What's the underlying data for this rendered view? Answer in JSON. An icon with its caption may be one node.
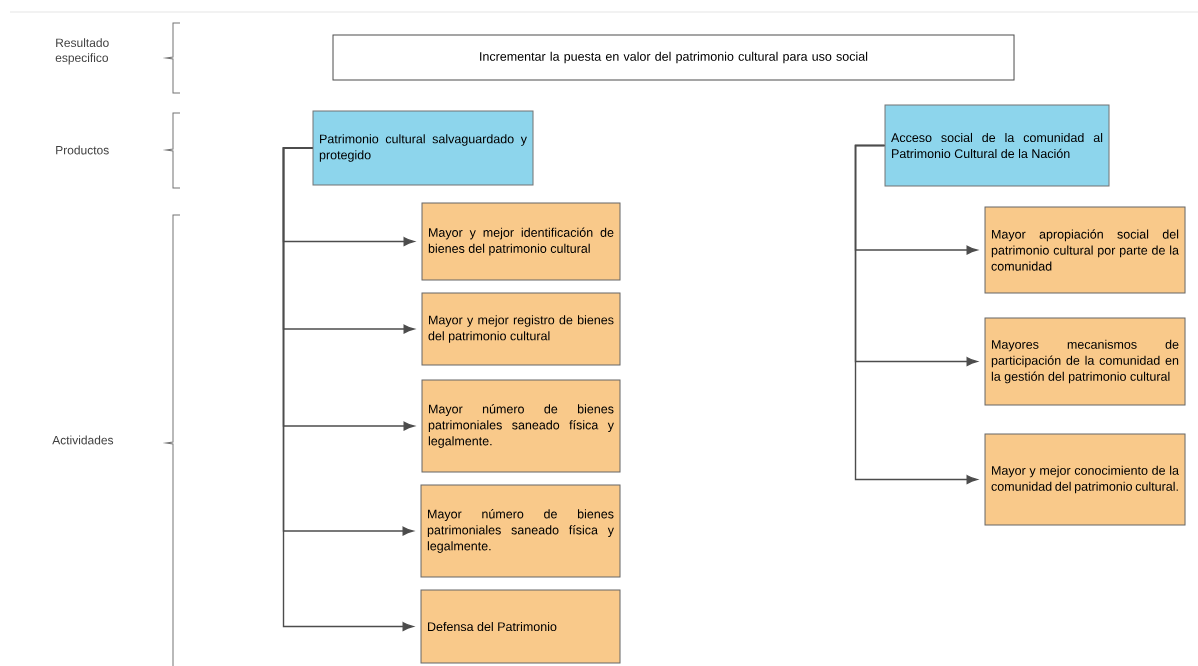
{
  "diagram": {
    "nodes": [
      {
        "text": [
          "Incrementar la puesta en valor del patrimonio cultural para uso social"
        ]
      },
      {
        "text": [
          "Patrimonio cultural salvaguardado y protegido"
        ]
      },
      {
        "text": [
          "Mayor y mejor identificación de bienes del patrimonio cultural"
        ]
      },
      {
        "text": [
          "Mayor y mejor registro de bienes del patrimonio cultural"
        ]
      },
      {
        "text": [
          "Mayor número de bienes patrimoniales saneado física y legalmente."
        ]
      },
      {
        "text": [
          "Mayor número de bienes patrimoniales saneado física y legalmente."
        ]
      },
      {
        "text": [
          "Defensa del Patrimonio"
        ]
      },
      {
        "text": [
          "Acceso social de la comunidad al Patrimonio Cultural de la Nación"
        ]
      },
      {
        "text": [
          "Mayor apropiación social del patrimonio cultural por parte de la comunidad"
        ]
      },
      {
        "text": [
          "Mayores mecanismos de participación de la comunidad en la gestión del patrimonio cultural"
        ]
      },
      {
        "text": [
          "Mayor y mejor conocimiento de la comunidad del patrimonio cultural."
        ]
      }
    ],
    "edges": [
      {
        "from": 1,
        "to": 2,
        "arrow": "to"
      },
      {
        "from": 1,
        "to": 3,
        "arrow": "to"
      },
      {
        "from": 1,
        "to": 4,
        "arrow": "to"
      },
      {
        "from": 1,
        "to": 5,
        "arrow": "to"
      },
      {
        "from": 1,
        "to": 6,
        "arrow": "to"
      },
      {
        "from": 7,
        "to": 8,
        "arrow": "to"
      },
      {
        "from": 7,
        "to": 9,
        "arrow": "to"
      },
      {
        "from": 7,
        "to": 10,
        "arrow": "to"
      }
    ],
    "labels": [
      "Resultado especifico",
      "Productos",
      "Actividades"
    ]
  }
}
